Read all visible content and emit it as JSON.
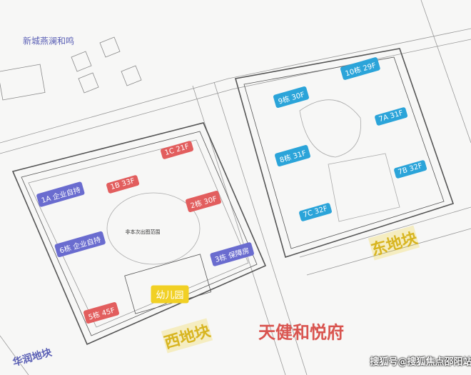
{
  "neighbors": {
    "north": "新城燕澜和鸣",
    "southwest": "华润地块"
  },
  "project_name": "天健和悦府",
  "west_block": {
    "title": "西地块",
    "note": "非本次出图范围",
    "buildings": [
      {
        "label": "1C 21F",
        "type": "red"
      },
      {
        "label": "1B 33F",
        "type": "red"
      },
      {
        "label": "1A 企业自持",
        "type": "purple"
      },
      {
        "label": "2栋 30F",
        "type": "red"
      },
      {
        "label": "6栋 企业自持",
        "type": "purple"
      },
      {
        "label": "3栋 保障房",
        "type": "purple"
      },
      {
        "label": "幼儿园",
        "type": "yellow"
      },
      {
        "label": "5栋 45F",
        "type": "red"
      }
    ]
  },
  "east_block": {
    "title": "东地块",
    "buildings": [
      {
        "label": "10栋 29F",
        "type": "blue"
      },
      {
        "label": "9栋 30F",
        "type": "blue"
      },
      {
        "label": "7A 31F",
        "type": "blue"
      },
      {
        "label": "8栋 31F",
        "type": "blue"
      },
      {
        "label": "7B 32F",
        "type": "blue"
      },
      {
        "label": "7C 32F",
        "type": "blue"
      }
    ]
  },
  "watermark": "搜狐号@搜狐焦点邵阳站",
  "colors": {
    "red": "#e25e5e",
    "purple": "#6a6ccf",
    "blue": "#2ba4d9",
    "yellow": "#f1d024"
  }
}
